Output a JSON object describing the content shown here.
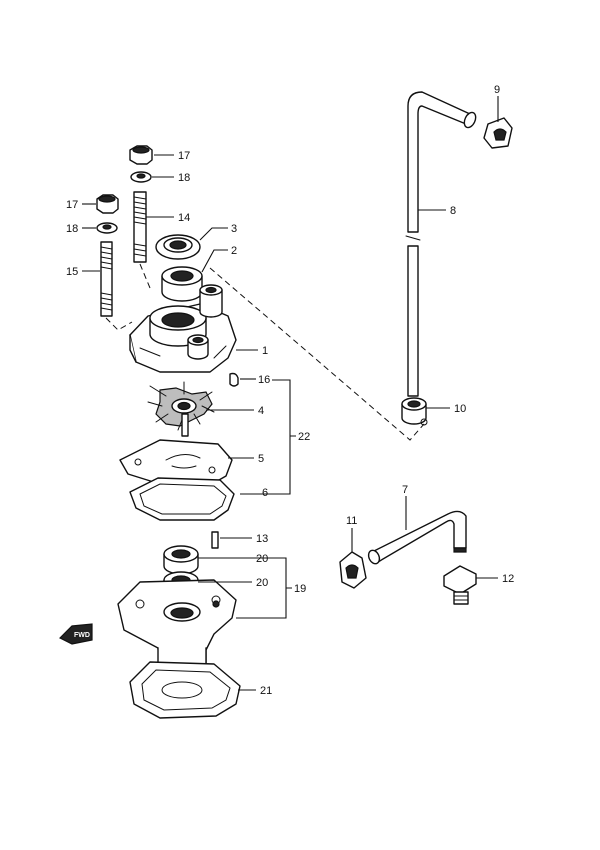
{
  "callouts": {
    "c1": "1",
    "c2": "2",
    "c3": "3",
    "c4": "4",
    "c5": "5",
    "c6": "6",
    "c7": "7",
    "c8": "8",
    "c9": "9",
    "c10": "10",
    "c11": "11",
    "c12": "12",
    "c13": "13",
    "c14": "14",
    "c15": "15",
    "c16": "16",
    "c17a": "17",
    "c17b": "17",
    "c18a": "18",
    "c18b": "18",
    "c19": "19",
    "c20a": "20",
    "c20b": "20",
    "c21": "21",
    "c22": "22"
  },
  "direction_label": "FWD"
}
